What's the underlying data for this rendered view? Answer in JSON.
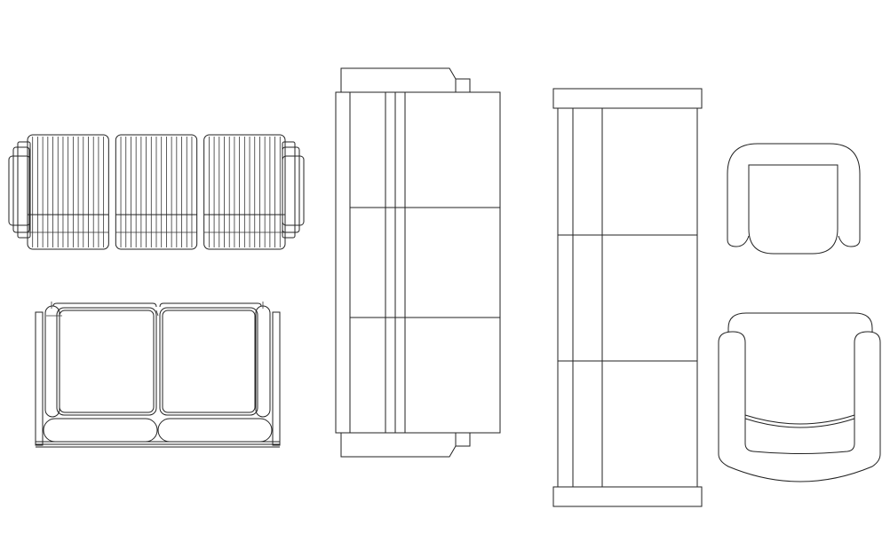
{
  "drawing": {
    "background": "#ffffff",
    "line_color": "#222222",
    "blocks": [
      {
        "id": "sofa-3-seat-tufted",
        "kind": "sofa",
        "seats": 3,
        "view": "top"
      },
      {
        "id": "loveseat-2-seat",
        "kind": "sofa",
        "seats": 2,
        "view": "top"
      },
      {
        "id": "sofa-3-seat-side",
        "kind": "sofa",
        "seats": 3,
        "view": "top"
      },
      {
        "id": "sofa-3-seat-plain",
        "kind": "sofa",
        "seats": 3,
        "view": "top"
      },
      {
        "id": "armchair-square",
        "kind": "armchair",
        "seats": 1,
        "view": "top"
      },
      {
        "id": "armchair-round",
        "kind": "armchair",
        "seats": 1,
        "view": "top"
      }
    ]
  }
}
